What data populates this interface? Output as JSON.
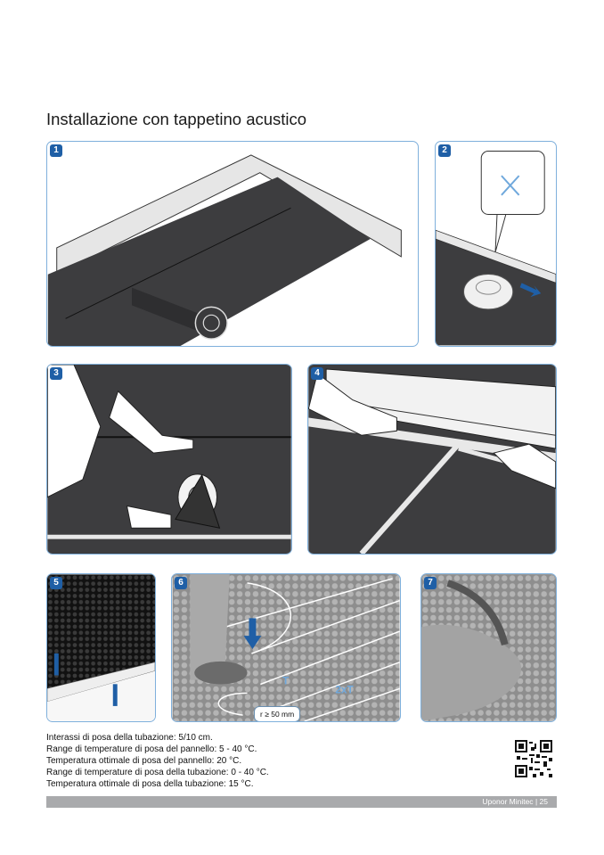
{
  "page": {
    "title": "Installazione con tappetino acustico",
    "steps": [
      "1",
      "2",
      "3",
      "4",
      "5",
      "6",
      "7"
    ],
    "step6_callout": "r ≥ 50 mm",
    "step6_labels": {
      "t": "T",
      "two_t": "2xT"
    },
    "notes": [
      "Interassi di posa della tubazione: 5/10 cm.",
      "Range di temperature di posa del pannello: 5 - 40 °C.",
      "Temperatura ottimale di posa del pannello: 20 °C.",
      "Range di temperature di posa della tubazione: 0 - 40 °C.",
      "Temperatura ottimale di posa della tubazione: 15 °C."
    ],
    "footer": {
      "brand": "Uponor Minitec",
      "separator": "|",
      "page_number": "25"
    },
    "colors": {
      "accent": "#1f5fa6",
      "panel_border": "#7fb0dc",
      "footer_bar": "#a9aaac",
      "mat": "#3d3d3f"
    }
  }
}
